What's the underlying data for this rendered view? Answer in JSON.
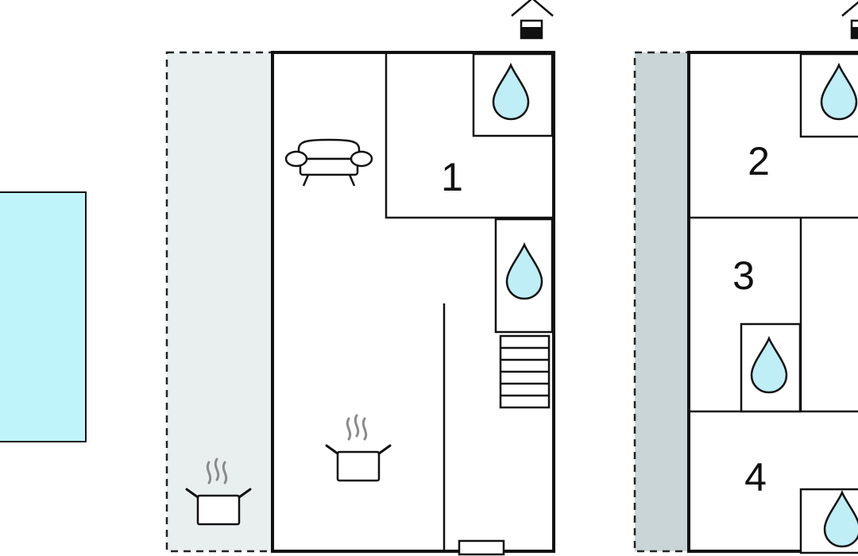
{
  "colors": {
    "wall": "#111111",
    "pool": "#bff4fb",
    "terrace_light": "#e9efef",
    "terrace_dark": "#c9d5d6",
    "water_drop": "#bfeef6",
    "background": "#ffffff"
  },
  "floors": [
    {
      "id": "ground-floor",
      "icons": [
        "house-entrance-icon",
        "sofa-icon",
        "cooking-pot-icon",
        "water-drop-icon",
        "stairs-icon",
        "door-icon"
      ],
      "rooms": [
        {
          "number": "1",
          "type": "bedroom"
        }
      ]
    },
    {
      "id": "upper-floor",
      "icons": [
        "house-entrance-icon",
        "water-drop-icon"
      ],
      "rooms": [
        {
          "number": "2",
          "type": "bedroom"
        },
        {
          "number": "3",
          "type": "bedroom"
        },
        {
          "number": "4",
          "type": "bedroom"
        }
      ]
    }
  ],
  "outdoor": {
    "icons": [
      "pool-icon",
      "cooking-pot-icon"
    ]
  }
}
